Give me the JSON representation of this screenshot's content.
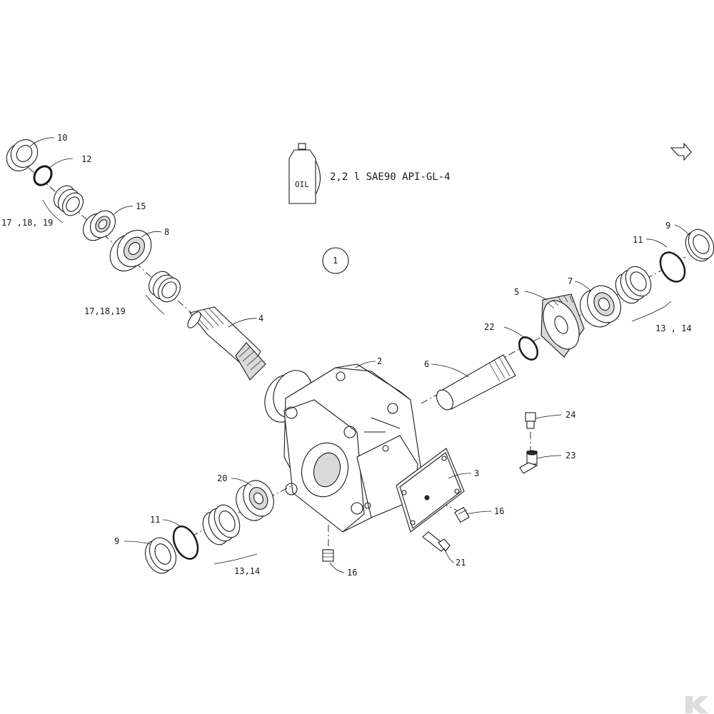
{
  "oil": {
    "can_label": "OIL",
    "spec": "2,2 l SAE90 API-GL-4"
  },
  "group_marker": "1",
  "callouts": {
    "c10": "10",
    "c12": "12",
    "c17a": "17 ,18, 19",
    "c15": "15",
    "c8": "8",
    "c17b": "17,18,19",
    "c4": "4",
    "c2": "2",
    "c9r": "9",
    "c11r": "11",
    "c7": "7",
    "c5": "5",
    "c22": "22",
    "c6": "6",
    "c13r": "13 , 14",
    "c24": "24",
    "c23": "23",
    "c3": "3",
    "c16r": "16",
    "c21": "21",
    "c20": "20",
    "c11l": "11",
    "c9l": "9",
    "c13l": "13,14",
    "c16b": "16"
  },
  "icons": {
    "nav": "next-page-arrow-icon",
    "logo": "k-logo-icon"
  },
  "colors": {
    "line": "#1a1a1a",
    "logo": "#dddddd"
  }
}
